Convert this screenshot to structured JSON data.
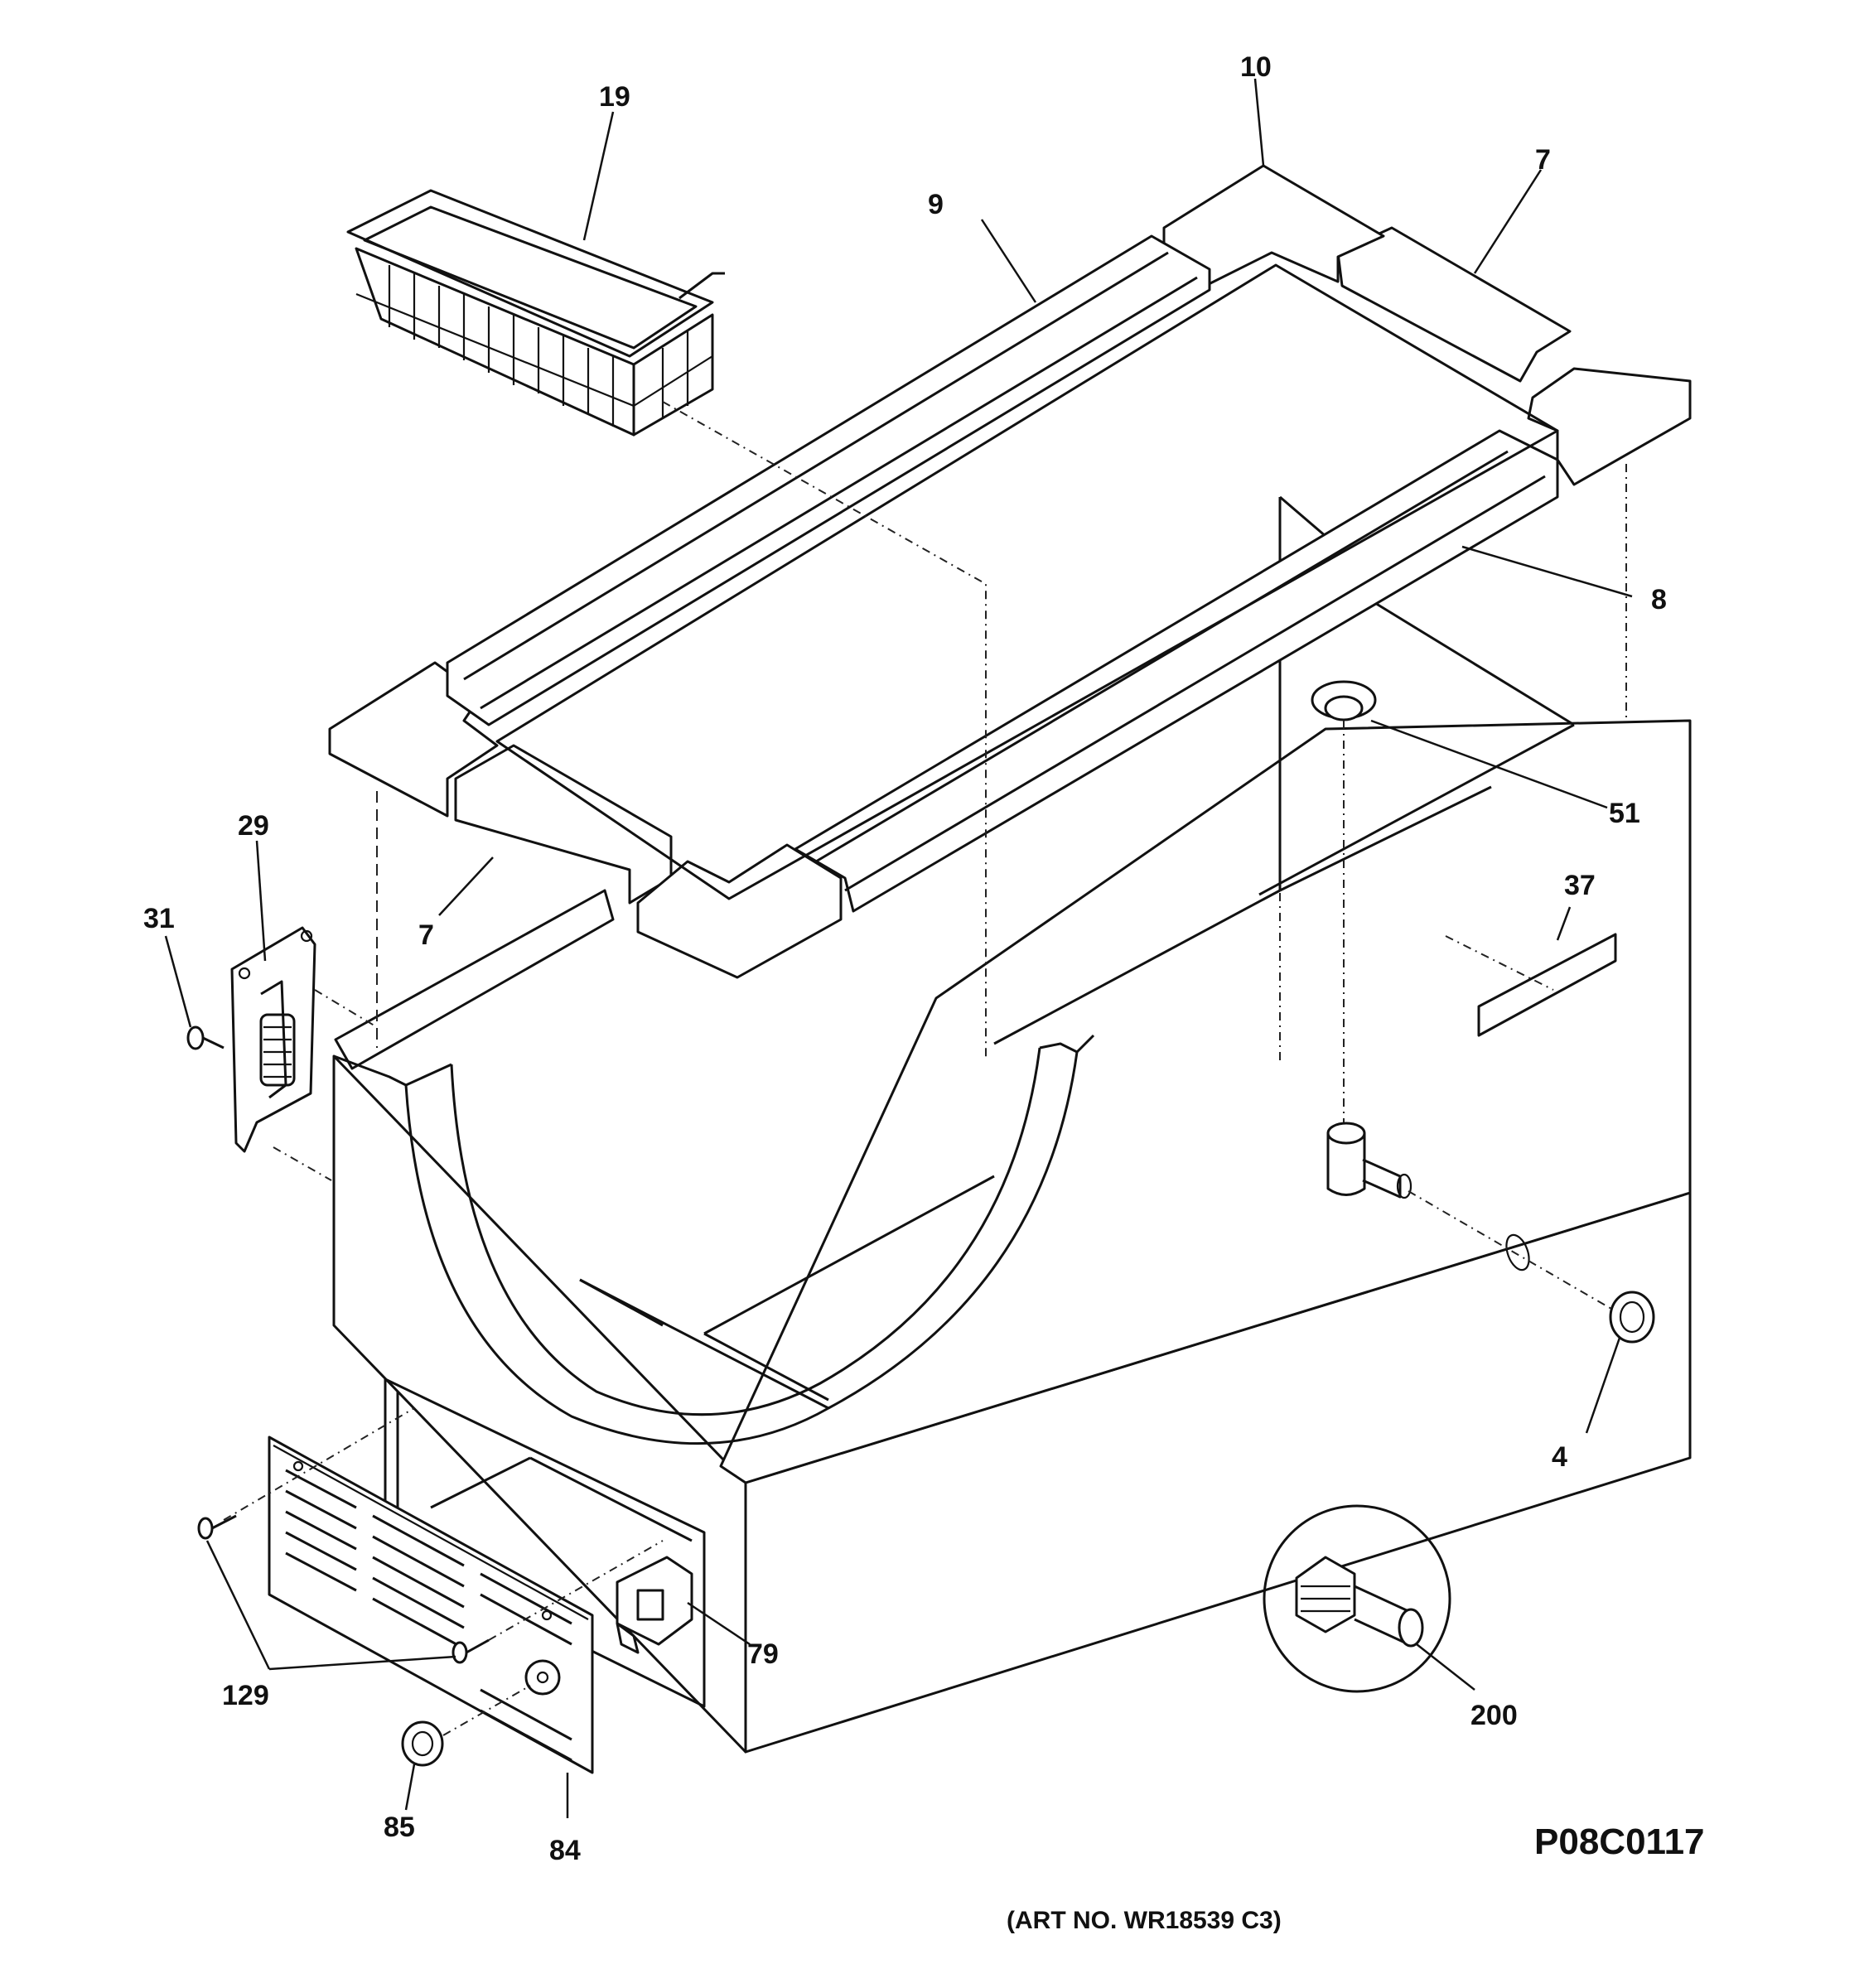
{
  "callouts": {
    "c19": "19",
    "c10": "10",
    "c7_top": "7",
    "c9": "9",
    "c8": "8",
    "c51": "51",
    "c29": "29",
    "c31": "31",
    "c7_bottom": "7",
    "c37": "37",
    "c4": "4",
    "c79": "79",
    "c129": "129",
    "c200": "200",
    "c85": "85",
    "c84": "84"
  },
  "diagram_code": "P08C0117",
  "art_number": "(ART NO. WR18539 C3)"
}
